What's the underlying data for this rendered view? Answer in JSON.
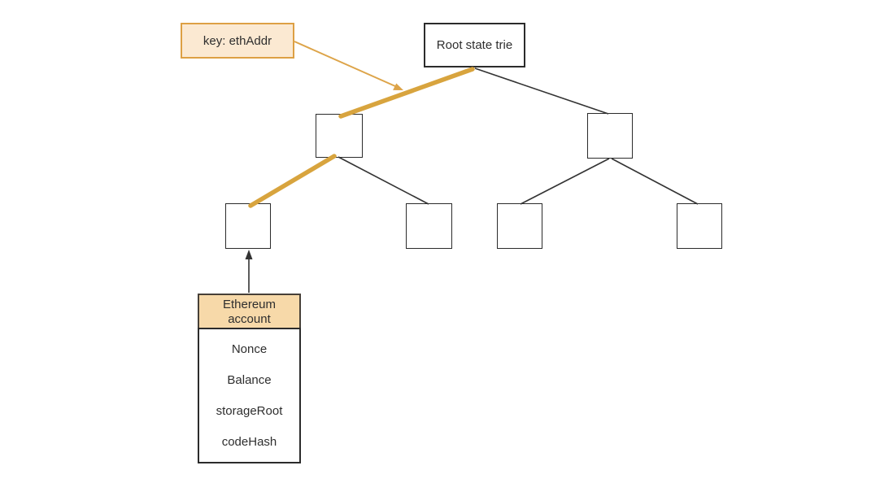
{
  "diagram": {
    "key_tag": {
      "label": "key: ethAddr"
    },
    "root_node": {
      "label": "Root state trie"
    },
    "account_card": {
      "header": "Ethereum account",
      "fields": [
        "Nonce",
        "Balance",
        "storageRoot",
        "codeHash"
      ]
    }
  },
  "colors": {
    "accent": "#d8a43e",
    "accent_light": "#dda449",
    "key_fill": "#fbe9d2",
    "key_border": "#dda044",
    "account_header_fill": "#f7d9a9",
    "edge": "#333333",
    "node_border": "#2b2b2b",
    "text": "#2e2e2e",
    "background": "#ffffff"
  }
}
